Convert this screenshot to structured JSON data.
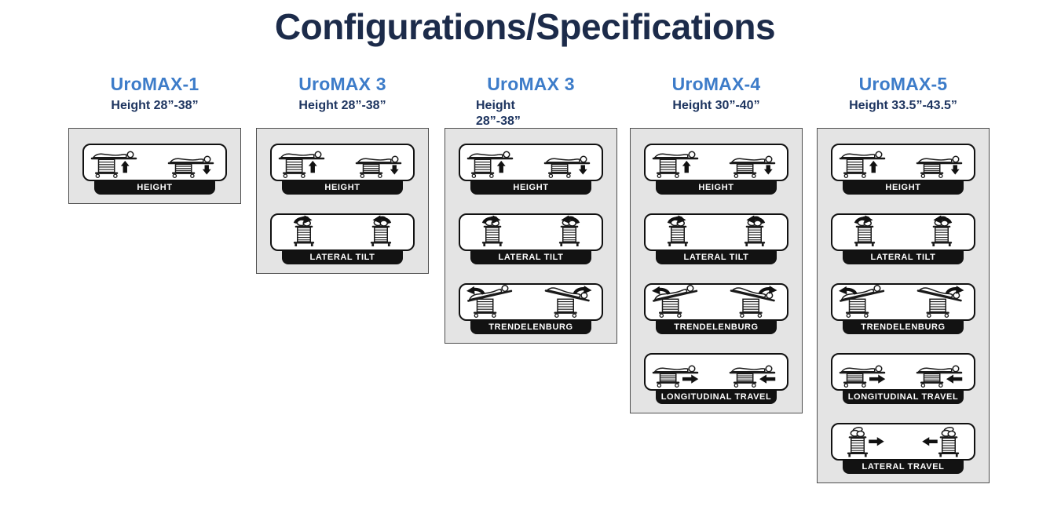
{
  "page": {
    "title": "Configurations/Specifications"
  },
  "colors": {
    "title": "#1c2b4a",
    "model": "#3d7cc9",
    "subtitle": "#1e3560",
    "card_bg": "#e4e4e4",
    "card_border": "#4d4d4d",
    "badge_border": "#111111",
    "label_bg": "#121212",
    "label_text": "#ffffff"
  },
  "features_catalog": {
    "HEIGHT": {
      "left_icon": "table-raise-icon",
      "right_icon": "table-lower-icon"
    },
    "LATERAL TILT": {
      "left_icon": "tilt-clockwise-icon",
      "right_icon": "tilt-counterclockwise-icon"
    },
    "TRENDELENBURG": {
      "left_icon": "trend-counterclockwise-icon",
      "right_icon": "trend-clockwise-icon"
    },
    "LONGITUDINAL TRAVEL": {
      "left_icon": "table-move-right-icon",
      "right_icon": "table-move-left-icon"
    },
    "LATERAL TRAVEL": {
      "left_icon": "table-slide-right-icon",
      "right_icon": "table-slide-left-icon"
    }
  },
  "models": [
    {
      "name": "UroMAX-1",
      "height_range": "Height 28”-38”",
      "features": [
        "HEIGHT"
      ]
    },
    {
      "name": "UroMAX 3",
      "height_range": "Height 28”-38”",
      "features": [
        "HEIGHT",
        "LATERAL TILT"
      ]
    },
    {
      "name": "UroMAX 3",
      "height_range": "Height 28”-38”",
      "subtitle_narrow": true,
      "features": [
        "HEIGHT",
        "LATERAL TILT",
        "TRENDELENBURG"
      ]
    },
    {
      "name": "UroMAX-4",
      "height_range": "Height 30”-40”",
      "features": [
        "HEIGHT",
        "LATERAL TILT",
        "TRENDELENBURG",
        "LONGITUDINAL TRAVEL"
      ]
    },
    {
      "name": "UroMAX-5",
      "height_range": "Height 33.5”-43.5”",
      "features": [
        "HEIGHT",
        "LATERAL TILT",
        "TRENDELENBURG",
        "LONGITUDINAL TRAVEL",
        "LATERAL TRAVEL"
      ]
    }
  ]
}
